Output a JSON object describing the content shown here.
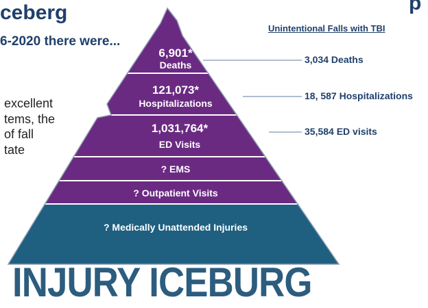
{
  "slide": {
    "title": "ceberg",
    "subtitle": "6-2020 there were...",
    "corner_mark": "p",
    "body_lines": [
      "excellent",
      "tems, the",
      "of fall",
      "tate"
    ]
  },
  "pyramid": {
    "tiers": [
      {
        "count": "6,901*",
        "label": "Deaths"
      },
      {
        "count": "121,073*",
        "label": "Hospitalizations"
      },
      {
        "count": "1,031,764*",
        "label": "ED Visits"
      },
      {
        "count": "",
        "label": "? EMS"
      },
      {
        "count": "",
        "label": "? Outpatient Visits"
      },
      {
        "count": "",
        "label": "? Medically Unattended Injuries"
      }
    ],
    "colors": {
      "tier": "#6b2a82",
      "base": "#1f5f80",
      "line": "#5f7fa3"
    }
  },
  "tbi": {
    "heading": "Unintentional Falls with TBI",
    "values": [
      "3,034 Deaths",
      "18, 587 Hospitalizations",
      "35,584 ED visits"
    ]
  },
  "big_title": "INJURY ICEBURG"
}
